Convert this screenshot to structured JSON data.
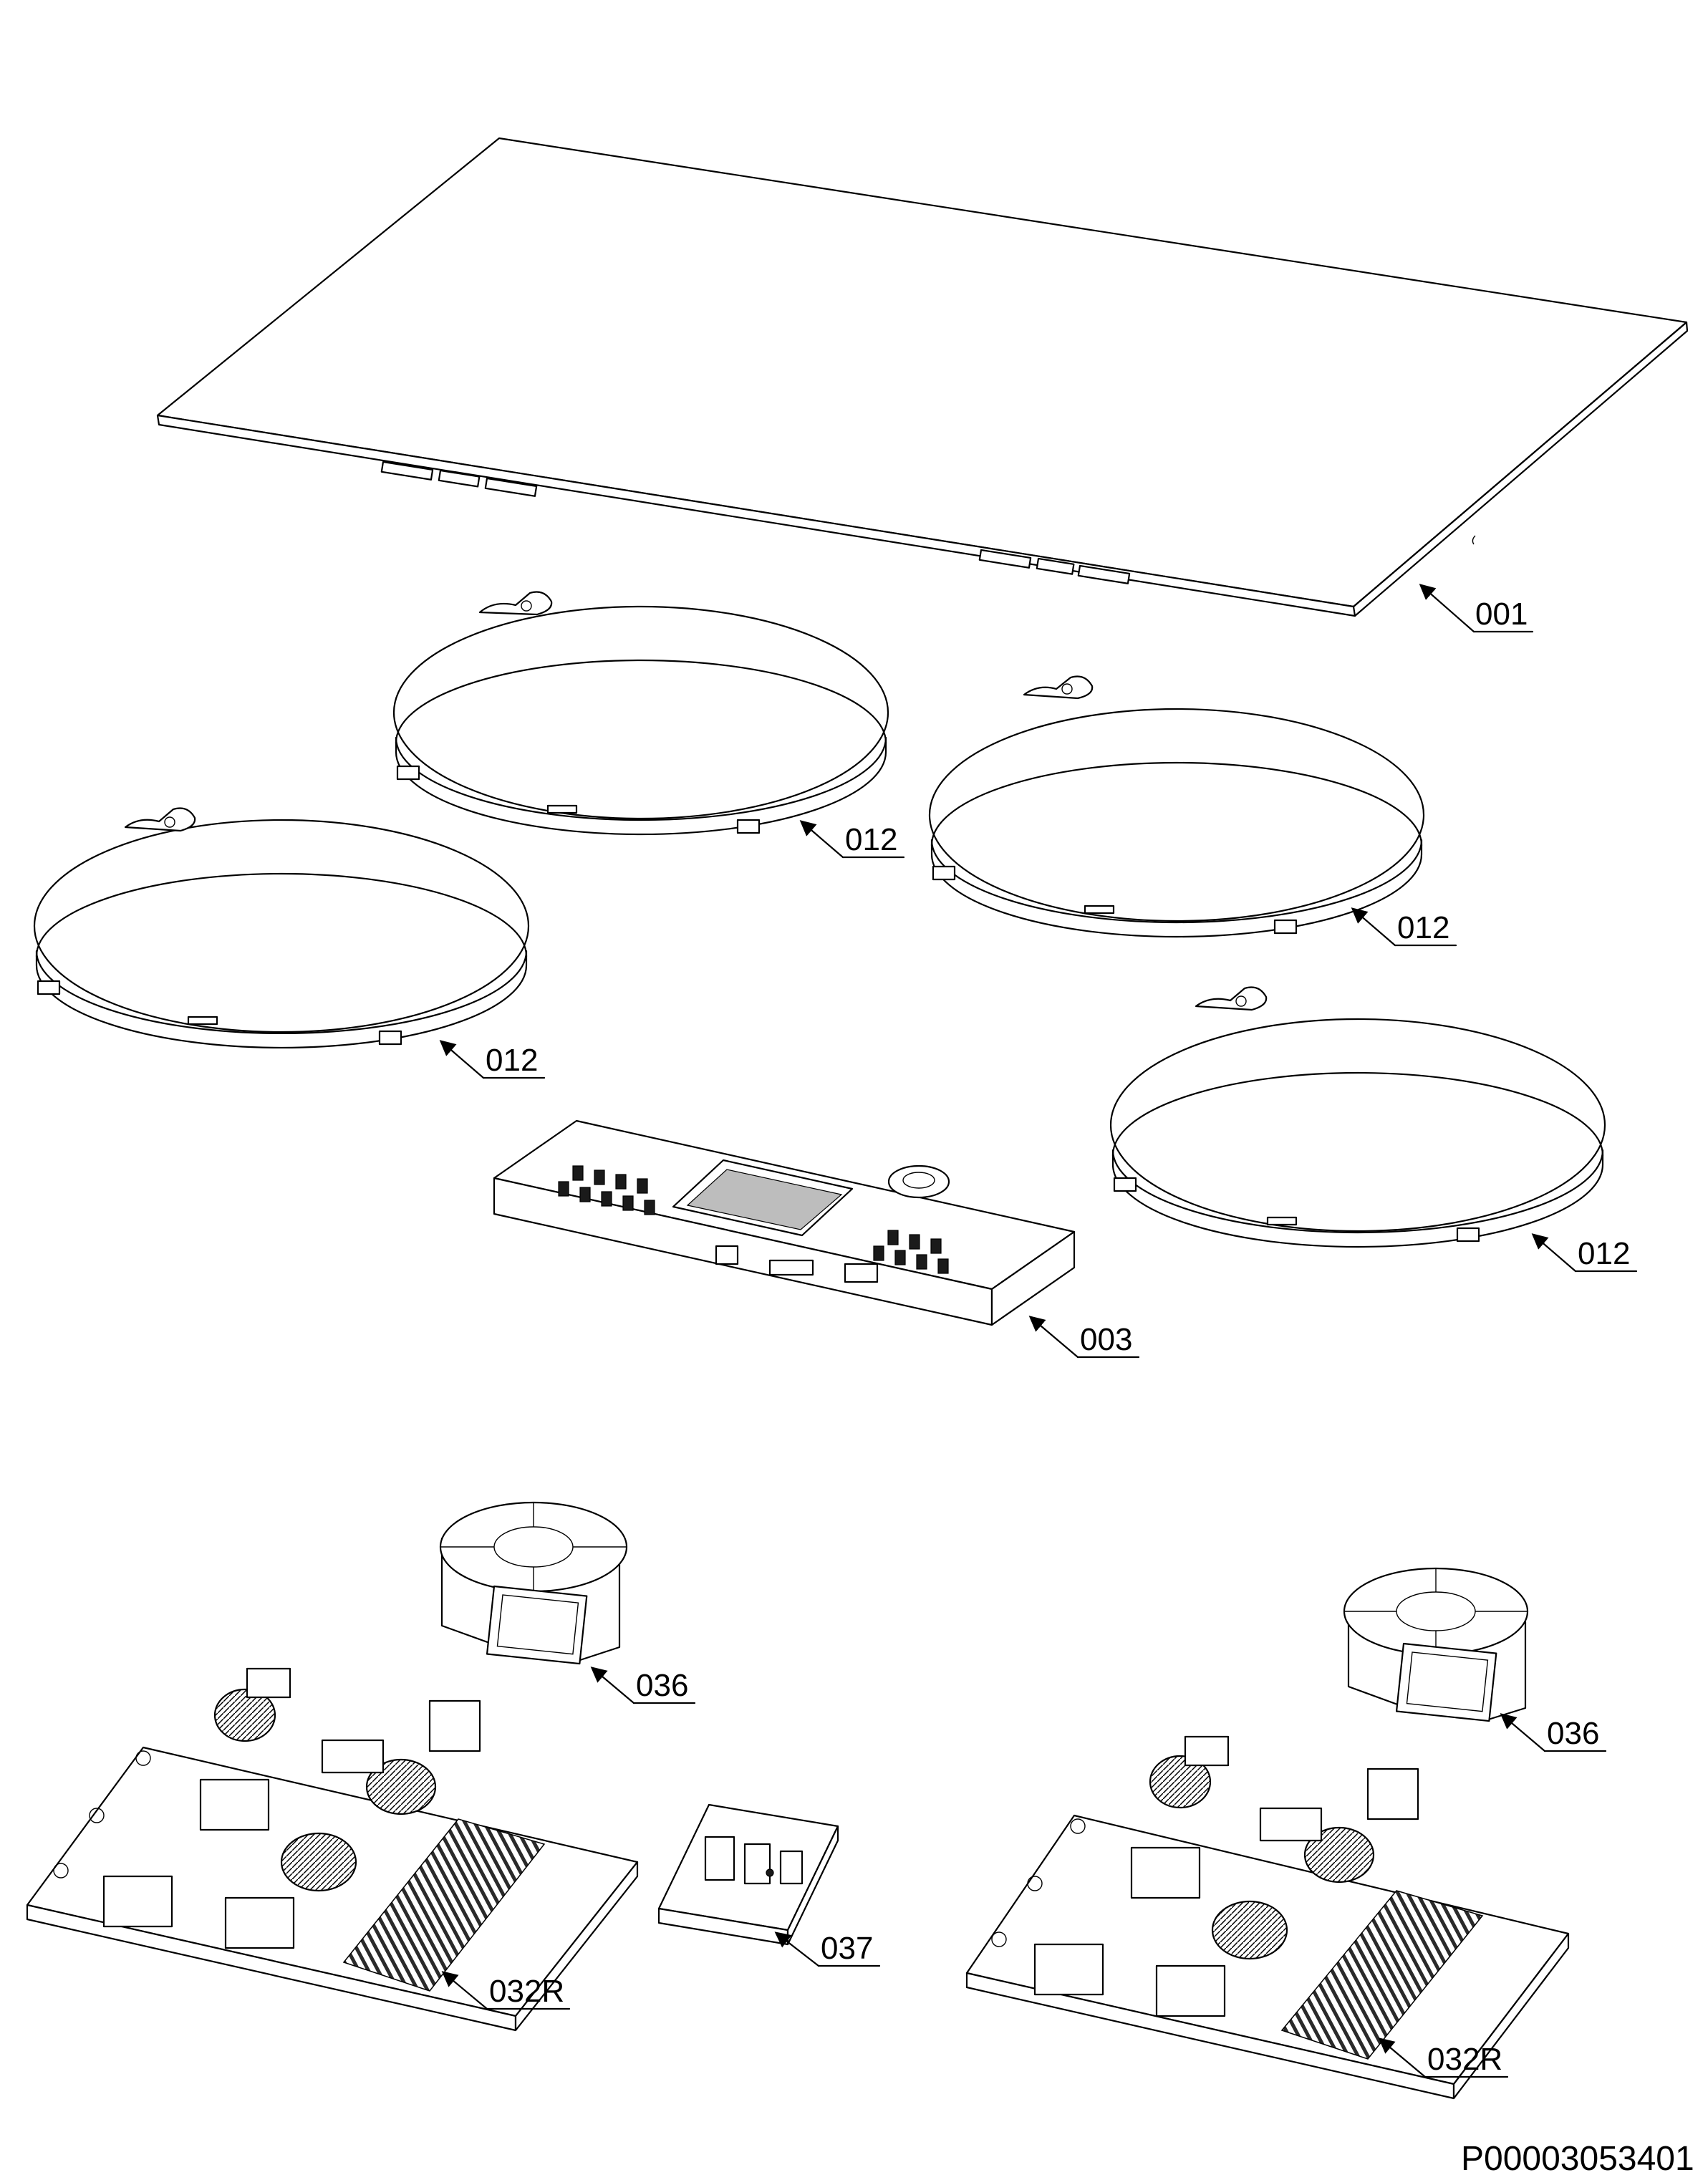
{
  "callouts": {
    "glass_top": "001",
    "zone_rear_left": "012",
    "zone_rear_right": "012",
    "zone_front_left": "012",
    "zone_front_right": "012",
    "control_board": "003",
    "fan_left": "036",
    "fan_right": "036",
    "power_board_left": "032R",
    "power_board_right": "032R",
    "filter_module": "037"
  },
  "drawing_id": "P00003053401"
}
